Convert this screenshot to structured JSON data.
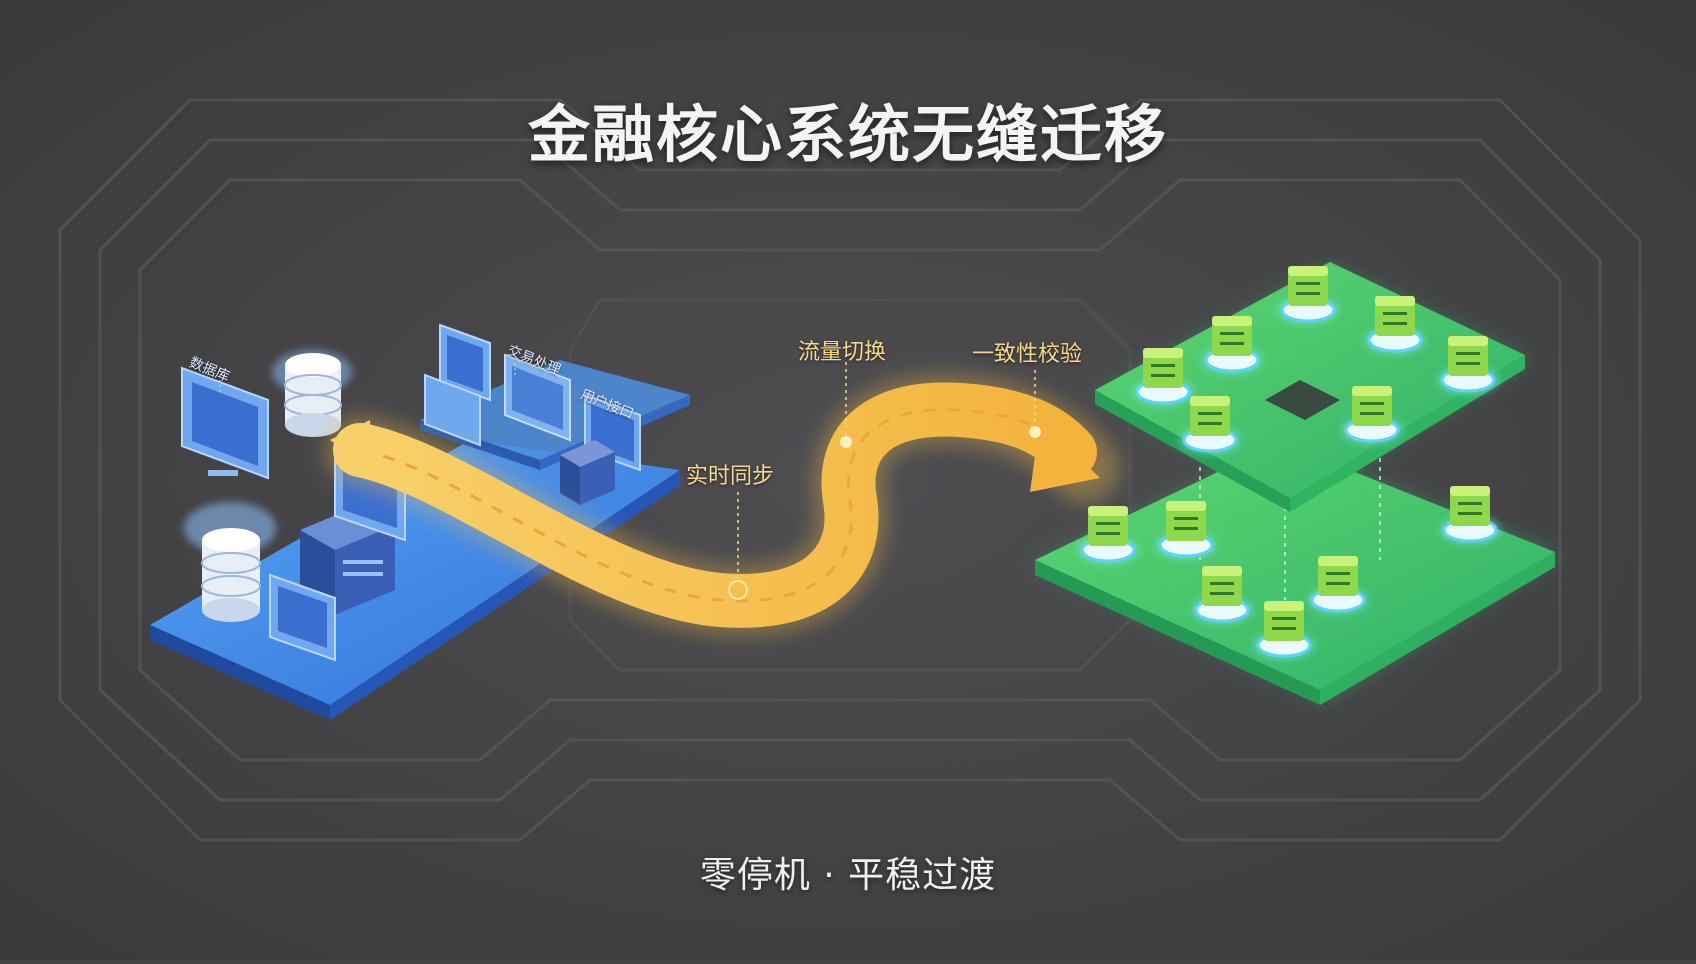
{
  "title": "金融核心系统无缝迁移",
  "subtitle": "零停机 · 平稳过渡",
  "left_platform": {
    "labels": [
      "数据库",
      "交易处理",
      "用户接口"
    ]
  },
  "migration_path": {
    "labels": [
      "实时同步",
      "流量切换",
      "一致性校验"
    ]
  },
  "colors": {
    "background": "#454547",
    "legacy_platform": "#3d8fe8",
    "path": "#f6c04a",
    "target_platform": "#3fc86c"
  }
}
